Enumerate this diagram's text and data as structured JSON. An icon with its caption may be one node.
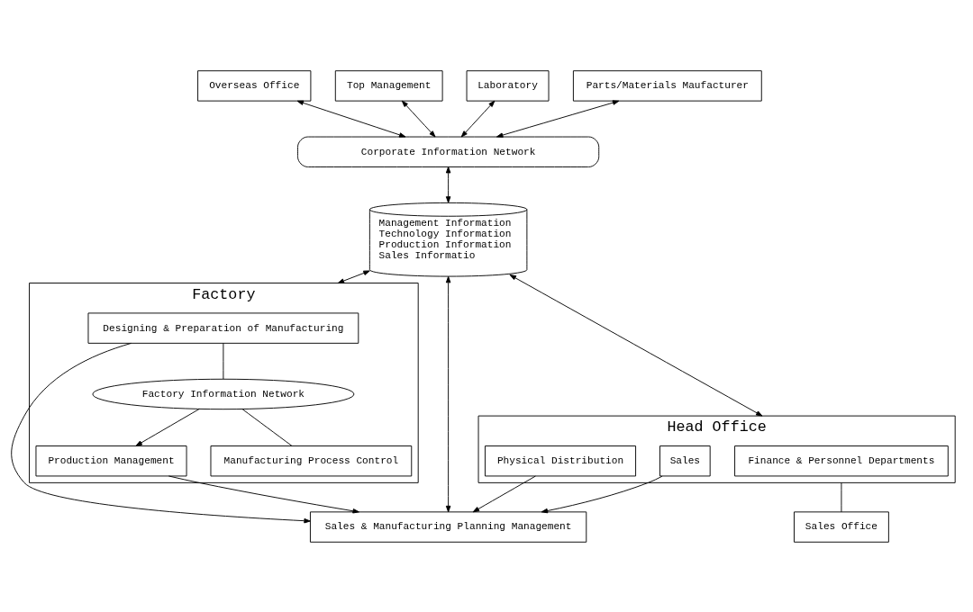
{
  "diagram": {
    "nodes": [
      {
        "text": [
          "Overseas Office"
        ]
      },
      {
        "text": [
          "Top Management"
        ]
      },
      {
        "text": [
          "Laboratory"
        ]
      },
      {
        "text": [
          "Parts/Materials Maufacturer"
        ]
      },
      {
        "text": [
          "Corporate Information Network"
        ]
      },
      {
        "text": [
          "Management Information",
          "Technology Information",
          "Production Information",
          "Sales Informatio"
        ]
      },
      {
        "text": [
          "Head Office"
        ]
      },
      {
        "text": [
          "Finance & Personnel Departments"
        ],
        "in": 6
      },
      {
        "text": [
          "Sales"
        ],
        "in": 6
      },
      {
        "text": [
          "Physical Distribution"
        ],
        "in": 6
      },
      {
        "text": [
          "Sales & Manufacturing Planning Management"
        ]
      },
      {
        "text": [
          "Factory"
        ]
      },
      {
        "text": [
          "Designing & Preparation of Manufacturing"
        ],
        "in": 11
      },
      {
        "text": [
          "Production Management"
        ],
        "in": 11
      },
      {
        "text": [
          "Factory Information Network"
        ],
        "in": 11
      },
      {
        "text": [
          "Manufacturing Process Control"
        ],
        "in": 11
      },
      {
        "text": [
          "Sales Office"
        ]
      }
    ],
    "edges": [
      {
        "from": 0,
        "to": 4,
        "arrow": "both"
      },
      {
        "from": 1,
        "to": 4,
        "arrow": "both"
      },
      {
        "from": 2,
        "to": 4,
        "arrow": "both"
      },
      {
        "from": 3,
        "to": 4,
        "arrow": "both"
      },
      {
        "from": 4,
        "to": 5,
        "arrow": "both"
      },
      {
        "from": 5,
        "to": 6,
        "arrow": "both"
      },
      {
        "from": 5,
        "to": 10,
        "arrow": "both"
      },
      {
        "from": 5,
        "to": 11,
        "arrow": "both"
      },
      {
        "from": 8,
        "to": 10,
        "arrow": "to"
      },
      {
        "from": 9,
        "to": 10,
        "arrow": "to"
      },
      {
        "from": 12,
        "to": 10,
        "arrow": "to"
      },
      {
        "from": 13,
        "to": 10,
        "arrow": "to"
      },
      {
        "from": 12,
        "to": 14,
        "arrow": "none"
      },
      {
        "from": 14,
        "to": 13,
        "arrow": "to"
      },
      {
        "from": 14,
        "to": 15,
        "arrow": "none"
      },
      {
        "from": 6,
        "to": 16,
        "arrow": "none"
      }
    ]
  }
}
